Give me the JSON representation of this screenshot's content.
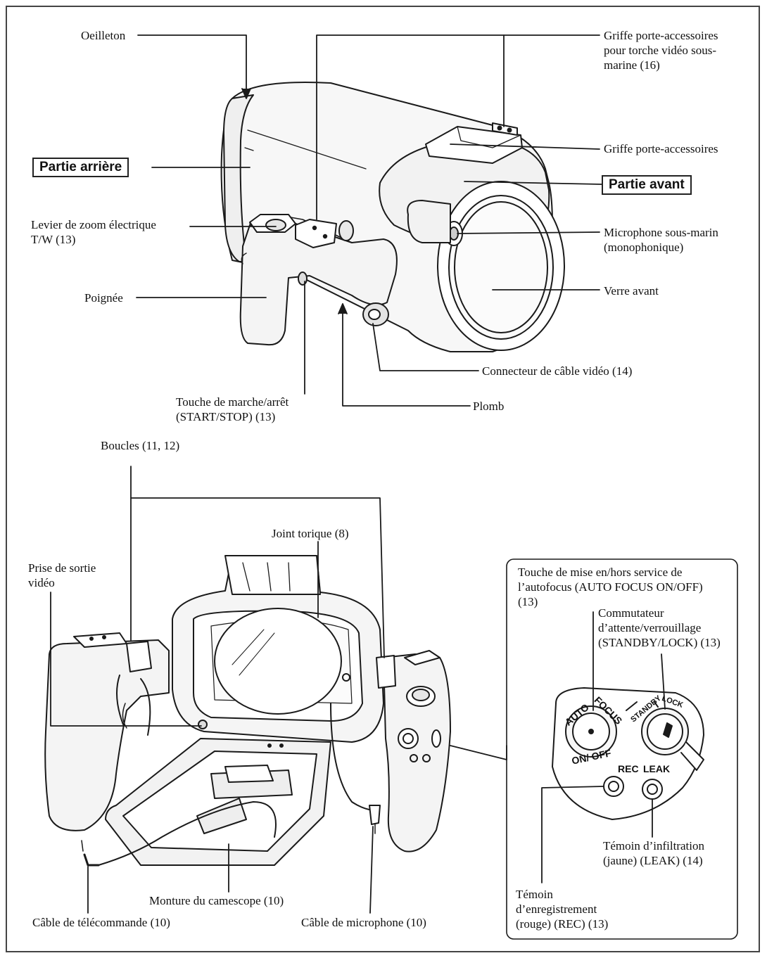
{
  "colors": {
    "ink": "#1a1a1a",
    "frame": "#444444",
    "fill_light": "#f2f2f2",
    "fill_glass": "#fbfbfb"
  },
  "top_view": {
    "oeilleton": "Oeilleton",
    "griffe_torche": "Griffe porte-accessoires\npour torche vidéo sous-\nmarine (16)",
    "griffe": "Griffe porte-accessoires",
    "partie_arriere": "Partie arrière",
    "partie_avant": "Partie avant",
    "levier_zoom": "Levier de zoom électrique\nT/W (13)",
    "microphone": "Microphone sous-marin\n(monophonique)",
    "poignee": "Poignée",
    "verre": "Verre avant",
    "connecteur": "Connecteur de câble vidéo (14)",
    "touche_marche": "Touche de marche/arrêt\n(START/STOP) (13)",
    "plomb": "Plomb"
  },
  "bottom_view": {
    "boucles": "Boucles (11, 12)",
    "joint": "Joint torique (8)",
    "prise_sortie": "Prise de sortie\nvidéo",
    "monture": "Monture du camescope (10)",
    "cable_telecommande": "Câble de télécommande (10)",
    "cable_micro": "Câble de microphone (10)"
  },
  "control_panel": {
    "touche_autofocus": "Touche de mise en/hors service de\nl’autofocus (AUTO FOCUS ON/OFF)\n(13)",
    "commutateur": "Commutateur\nd’attente/verrouillage\n(STANDBY/LOCK) (13)",
    "auto": "AUTO",
    "focus": "FOCUS",
    "on_off": "ON/ OFF",
    "standby": "STANDBY",
    "lock": "LOCK",
    "rec": "REC",
    "leak": "LEAK",
    "temoin_infiltration": "Témoin d’infiltration\n(jaune) (LEAK) (14)",
    "temoin_enregistrement": "Témoin\nd’enregistrement\n(rouge) (REC) (13)"
  }
}
